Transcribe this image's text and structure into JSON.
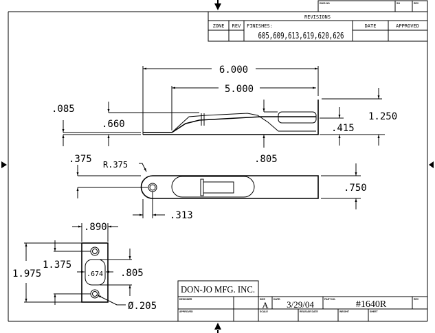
{
  "revisions": {
    "title": "REVISIONS",
    "dwg_no_label": "DWG NO",
    "sh_label": "SH",
    "rev_label": "REV",
    "columns": [
      "ZONE",
      "REV",
      "FINISHES:",
      "DATE",
      "APPROVED"
    ],
    "finishes": "605,609,613,619,620,626"
  },
  "title_block": {
    "company": "DON-JO MFG. INC.",
    "designer_label": "DESIGNER",
    "approved_label": "APPROVED",
    "size_label": "SIZE",
    "size": "A",
    "date_label": "DATE:",
    "date": "3/29/04",
    "part_no_label": "PART NO.",
    "part_no": "#1640R",
    "rev_label": "REV",
    "scale_label": "SCALE",
    "release_date_label": "RELEASE DATE",
    "weight_label": "WEIGHT",
    "sheet_label": "SHEET"
  },
  "dimensions": {
    "overall_length": "6.000",
    "inner_length": "5.000",
    "thickness": ".085",
    "lever_height": ".660",
    "handle_height": ".415",
    "total_height": "1.250",
    "offset": ".805",
    "end_offset": ".375",
    "radius": "R.375",
    "width": ".750",
    "hole_offset": ".313",
    "plate_width": ".890",
    "hole_spacing": "1.375",
    "plate_height": "1.975",
    "slot_width": ".674",
    "slot_height": ".805",
    "hole_diameter": "Ø.205"
  }
}
